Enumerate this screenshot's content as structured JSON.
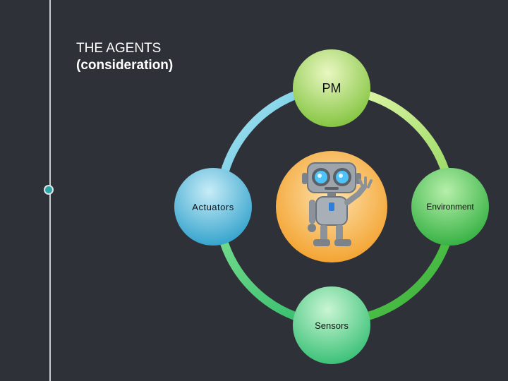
{
  "title": {
    "line1": "THE AGENTS",
    "line2": "(consideration)"
  },
  "cycle": {
    "center_icon": "robot-waving-icon",
    "nodes": {
      "top": "PM",
      "left": "Actuators",
      "right": "Environment",
      "bottom": "Sensors"
    }
  },
  "colors": {
    "background": "#2f3138",
    "accent_dot": "#2aa6a6",
    "node_top": "#8cc63f",
    "node_left": "#2ea7d1",
    "node_right": "#3bbf4a",
    "node_bottom": "#3cc37a",
    "center": "#f5a623"
  }
}
